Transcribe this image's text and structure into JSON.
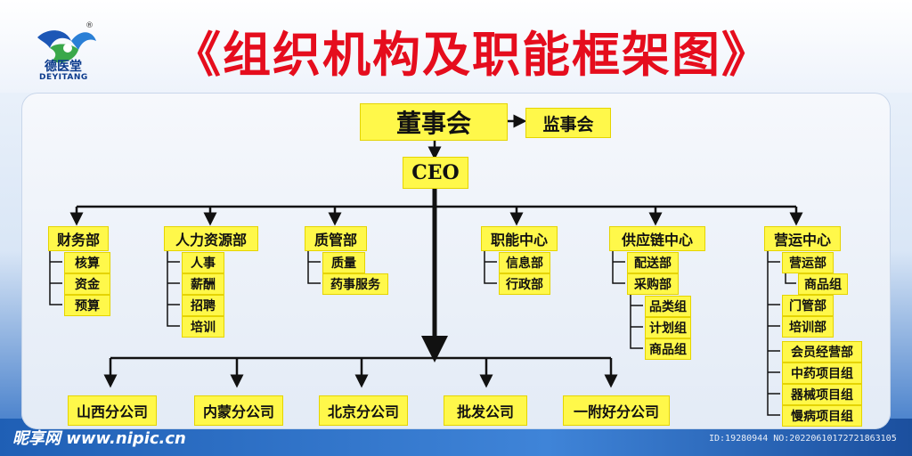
{
  "title": "《组织机构及职能框架图》",
  "logo": {
    "name_zh": "德医堂",
    "name_en": "DEYITANG",
    "reg_mark": "®"
  },
  "top": {
    "board": "董事会",
    "supervisors": "监事会",
    "ceo": "CEO"
  },
  "departments": [
    {
      "name": "财务部",
      "items": [
        "核算",
        "资金",
        "预算"
      ]
    },
    {
      "name": "人力资源部",
      "items": [
        "人事",
        "薪酬",
        "招聘",
        "培训"
      ]
    },
    {
      "name": "质管部",
      "items": [
        "质量",
        "药事服务"
      ]
    },
    {
      "name": "职能中心",
      "items": [
        "信息部",
        "行政部"
      ]
    },
    {
      "name": "供应链中心",
      "items": [
        "配送部",
        "采购部"
      ],
      "sub_items": [
        "品类组",
        "计划组",
        "商品组"
      ]
    },
    {
      "name": "营运中心",
      "items": [
        "营运部",
        "商品组",
        "门管部",
        "培训部",
        "会员经营部",
        "中药项目组",
        "器械项目组",
        "慢病项目组"
      ]
    }
  ],
  "branches": [
    "山西分公司",
    "内蒙分公司",
    "北京分公司",
    "批发公司",
    "一附好分公司"
  ],
  "footer": {
    "watermark": "昵享网 www.nipic.cn",
    "image_id": "ID:19280944 NO:20220610172721863105"
  },
  "colors": {
    "title": "#e50d1d",
    "box": "#fff84a",
    "line": "#111111"
  }
}
